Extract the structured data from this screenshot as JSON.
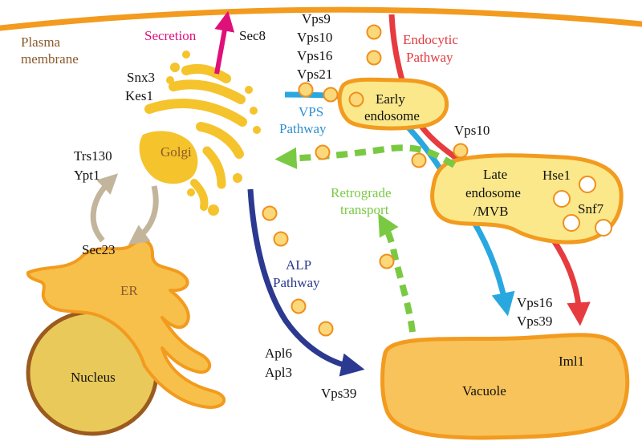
{
  "colors": {
    "membrane": "#f29b1f",
    "golgi": "#f5c32c",
    "er_fill": "#f7c04b",
    "er_stroke": "#f29b1f",
    "vesicle_fill": "#fbd97a",
    "vesicle_stroke": "#ef8f1e",
    "endosome_fill": "#fbe88a",
    "vacuole_fill": "#f8c35a",
    "nucleus_fill": "#e9c95a",
    "nucleus_stroke": "#9b5a1e",
    "endocytic": "#e63b3f",
    "vps": "#29a8e0",
    "alp": "#2b3990",
    "retrograde": "#7ac943",
    "secretion": "#e0107a",
    "er_golgi": "#c2b59b"
  },
  "labels": {
    "plasma_membrane_line1": "Plasma",
    "plasma_membrane_line2": "membrane",
    "secretion": "Secretion",
    "sec8": "Sec8",
    "vps9": "Vps9",
    "vps10_top": "Vps10",
    "vps16_top": "Vps16",
    "vps21": "Vps21",
    "endocytic_line1": "Endocytic",
    "endocytic_line2": "Pathway",
    "snx3": "Snx3",
    "kes1": "Kes1",
    "early_endosome_line1": "Early",
    "early_endosome_line2": "endosome",
    "vps_pathway_line1": "VPS",
    "vps_pathway_line2": "Pathway",
    "vps10_mid": "Vps10",
    "golgi": "Golgi",
    "trs130": "Trs130",
    "ypt1": "Ypt1",
    "late_endosome_line1": "Late",
    "late_endosome_line2": "endosome",
    "late_endosome_line3": "/MVB",
    "hse1": "Hse1",
    "snf7": "Snf7",
    "retrograde_line1": "Retrograde",
    "retrograde_line2": "transport",
    "sec23": "Sec23",
    "alp_line1": "ALP",
    "alp_line2": "Pathway",
    "er": "ER",
    "vps16_bottom": "Vps16",
    "vps39_right": "Vps39",
    "apl6": "Apl6",
    "apl3": "Apl3",
    "vps39_bottom": "Vps39",
    "iml1": "Iml1",
    "nucleus": "Nucleus",
    "vacuole": "Vacuole"
  }
}
